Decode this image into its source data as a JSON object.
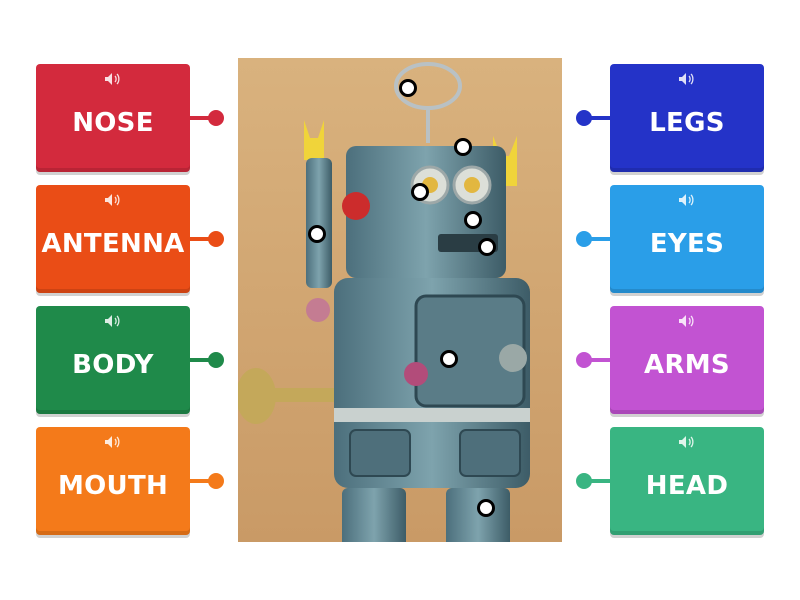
{
  "left_labels": [
    {
      "text": "NOSE",
      "color": "#d32a3d"
    },
    {
      "text": "ANTENNA",
      "color": "#ea4d16"
    },
    {
      "text": "BODY",
      "color": "#1f8a4a"
    },
    {
      "text": "MOUTH",
      "color": "#f47a1a"
    }
  ],
  "right_labels": [
    {
      "text": "LEGS",
      "color": "#2433c8"
    },
    {
      "text": "EYES",
      "color": "#2a9ee8"
    },
    {
      "text": "ARMS",
      "color": "#c253d2"
    },
    {
      "text": "HEAD",
      "color": "#39b582"
    }
  ],
  "icons": {
    "speaker": "speaker-icon"
  }
}
